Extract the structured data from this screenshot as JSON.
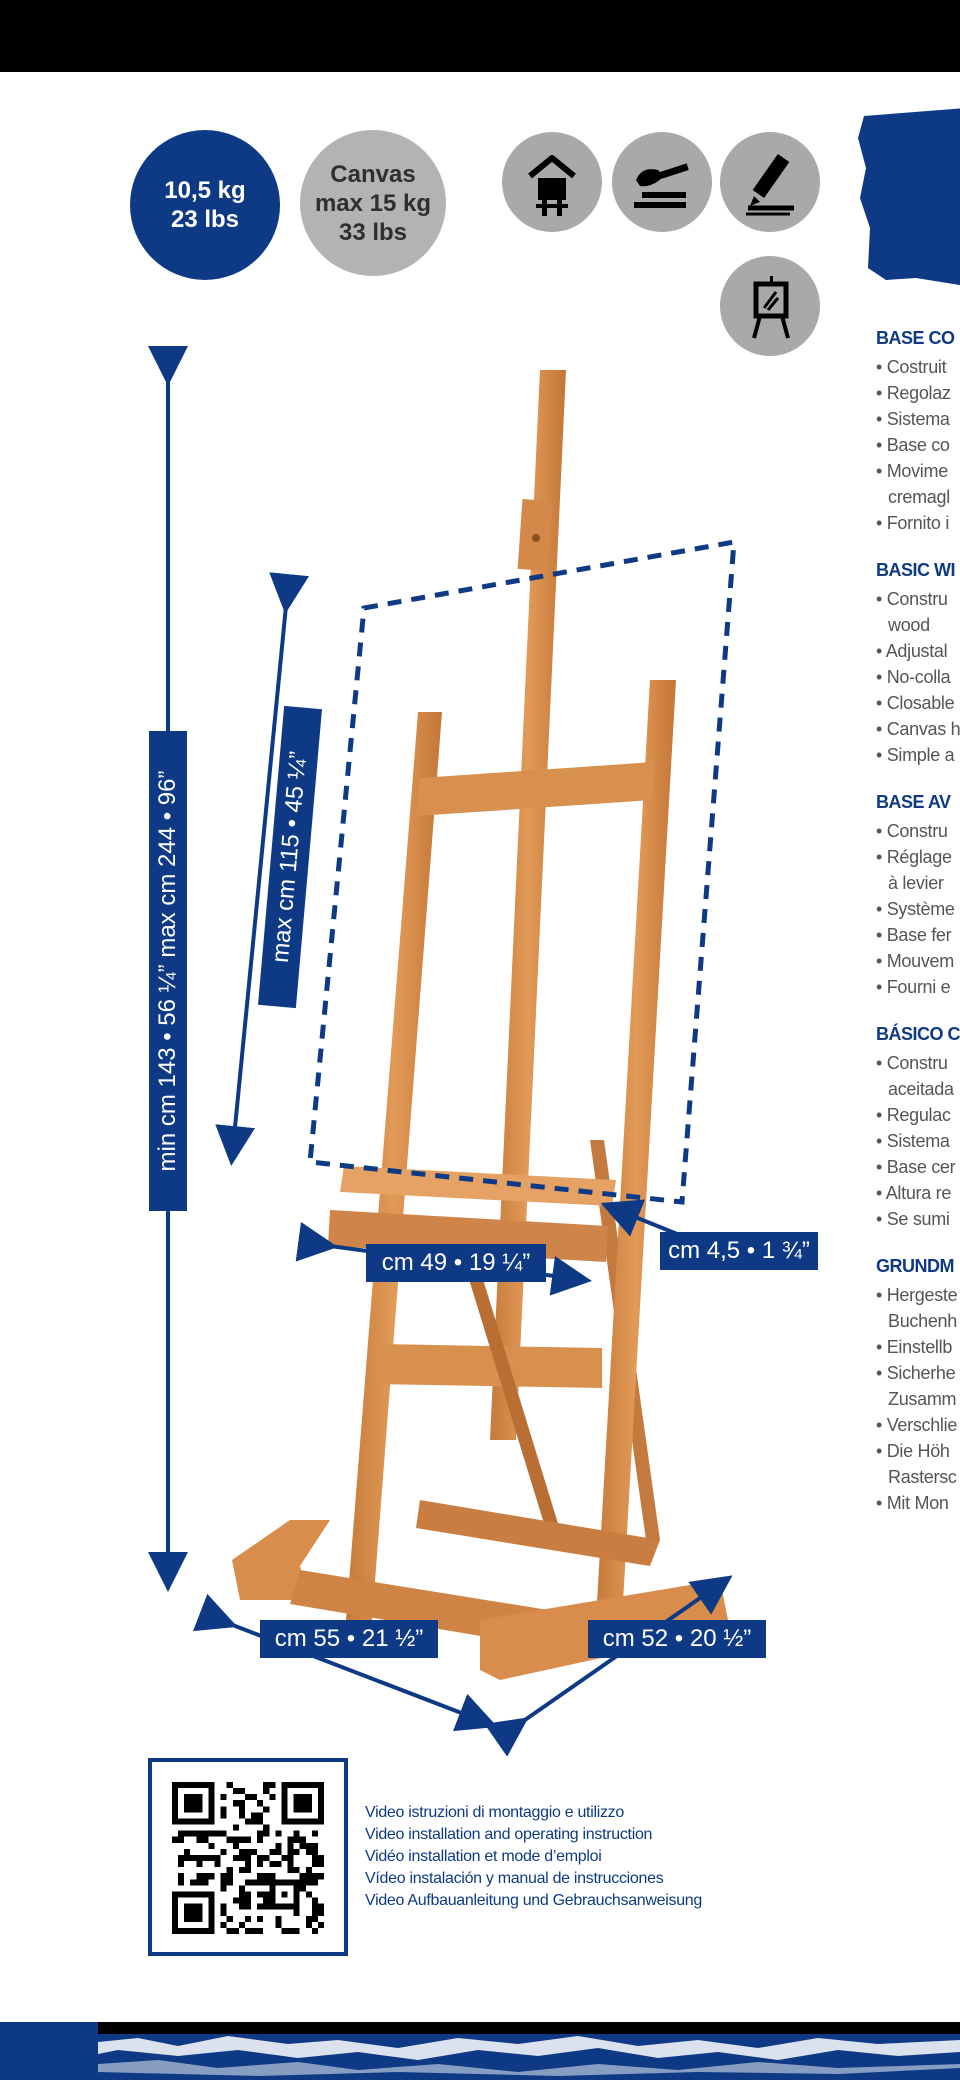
{
  "weight": {
    "kg": "10,5 kg",
    "lbs": "23 lbs"
  },
  "canvas": {
    "label": "Canvas",
    "max": "max 15 kg",
    "lbs": "33 lbs"
  },
  "icons": [
    "studio-easel-icon",
    "painting-tools-icon",
    "pencil-drawing-icon",
    "canvas-easel-icon"
  ],
  "dimensions": {
    "total_height": "min cm 143 • 56 ¼” max cm 244 • 96”",
    "canvas_height": "max cm 115 • 45 ¼”",
    "tray_depth": "cm 4,5 • 1 ¾”",
    "tray_width": "cm 49 • 19 ¼”",
    "base_width": "cm 55 • 21 ½”",
    "base_depth": "cm 52 • 20 ½”"
  },
  "languages": [
    {
      "title": "BASE CO",
      "items": [
        [
          "• Costruit"
        ],
        [
          "• Regolaz"
        ],
        [
          "• Sistema"
        ],
        [
          "• Base co"
        ],
        [
          "• Movime",
          "cremagl"
        ],
        [
          "• Fornito i"
        ]
      ]
    },
    {
      "title": "BASIC WI",
      "items": [
        [
          "• Constru",
          "wood"
        ],
        [
          "• Adjustal"
        ],
        [
          "• No-colla"
        ],
        [
          "• Closable"
        ],
        [
          "• Canvas h"
        ],
        [
          "• Simple a"
        ]
      ]
    },
    {
      "title": "BASE AV",
      "items": [
        [
          "• Constru"
        ],
        [
          "• Réglage",
          "à levier"
        ],
        [
          "• Système"
        ],
        [
          "• Base fer"
        ],
        [
          "• Mouvem"
        ],
        [
          "• Fourni e"
        ]
      ]
    },
    {
      "title": "BÁSICO C",
      "items": [
        [
          "• Constru",
          "aceitada"
        ],
        [
          "• Regulac"
        ],
        [
          "• Sistema"
        ],
        [
          "• Base cer"
        ],
        [
          "• Altura re"
        ],
        [
          "• Se sumi"
        ]
      ]
    },
    {
      "title": "GRUNDM",
      "items": [
        [
          "• Hergeste",
          "Buchenh"
        ],
        [
          "• Einstellb"
        ],
        [
          "• Sicherhe",
          "Zusamm"
        ],
        [
          "• Verschlie"
        ],
        [
          "• Die Höh",
          "Rastersc"
        ],
        [
          "• Mit Mon"
        ]
      ]
    }
  ],
  "video_lines": [
    "Video istruzioni di montaggio e utilizzo",
    "Video installation and operating instruction",
    "Vidéo installation et  mode d’emploi",
    "Vídeo instalación y manual de instrucciones",
    "Video Aufbauanleitung und Gebrauchsanweisung"
  ],
  "colors": {
    "brand_blue": "#0e3a85",
    "wood": "#d58d4a",
    "icon_grey": "#a9a9a9",
    "circle_grey": "#b3b3b3"
  }
}
